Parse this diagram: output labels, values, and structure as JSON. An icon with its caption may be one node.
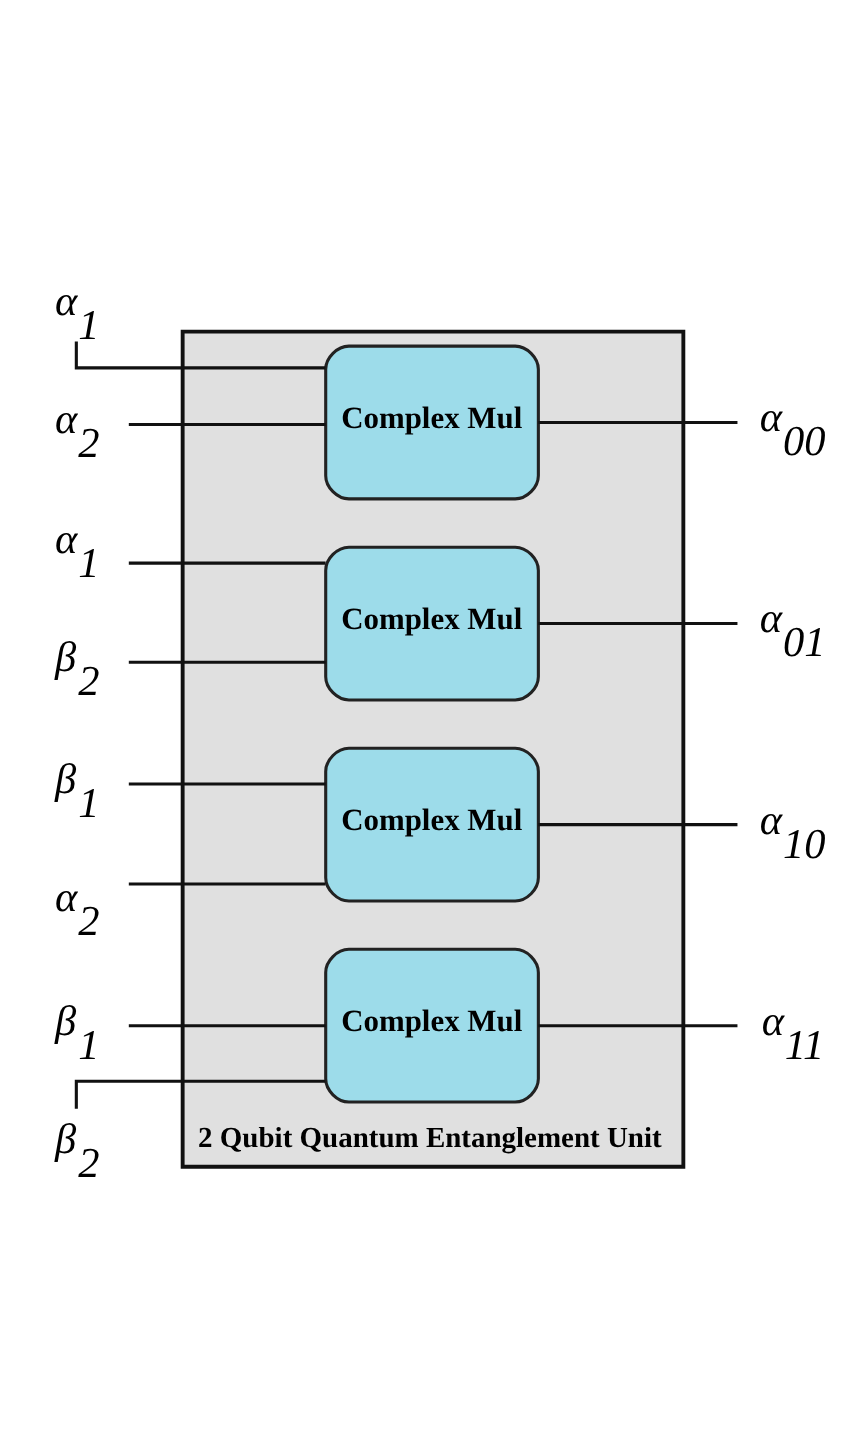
{
  "diagram": {
    "nodes": [
      {
        "text": [
          "2 Qubit Quantum Entanglement Unit"
        ]
      },
      {
        "text": [
          "α$_{1}$"
        ]
      },
      {
        "text": [
          "α$_{2}$"
        ]
      },
      {
        "text": [
          "Complex Mul"
        ],
        "in": 0
      },
      {
        "text": [
          "α$_{1}$"
        ]
      },
      {
        "text": [
          "β$_{2}$"
        ]
      },
      {
        "text": [
          "Complex Mul"
        ],
        "in": 0
      },
      {
        "text": [
          "α$_{00}$"
        ]
      },
      {
        "text": [
          "α$_{01}$"
        ]
      },
      {
        "text": [
          "β$_{1}$"
        ]
      },
      {
        "text": [
          "α$_{2}$"
        ]
      },
      {
        "text": [
          "Complex Mul"
        ],
        "in": 0
      },
      {
        "text": [
          "α$_{10}$"
        ]
      },
      {
        "text": [
          "α$_{11}$"
        ]
      },
      {
        "text": [
          "β$_{1}$"
        ]
      },
      {
        "text": [
          "β$_{2}$"
        ]
      },
      {
        "text": [
          "Complex Mul"
        ],
        "in": 0
      }
    ],
    "edges": [
      {
        "from": 1,
        "to": 3,
        "arrow": "none"
      },
      {
        "from": 2,
        "to": 3,
        "arrow": "none"
      },
      {
        "from": 4,
        "to": 6,
        "arrow": "none"
      },
      {
        "from": 5,
        "to": 6,
        "arrow": "none"
      },
      {
        "from": 9,
        "to": 11,
        "arrow": "none"
      },
      {
        "from": 10,
        "to": 11,
        "arrow": "none"
      },
      {
        "from": 14,
        "to": 16,
        "arrow": "none"
      },
      {
        "from": 15,
        "to": 16,
        "arrow": "none"
      },
      {
        "from": 3,
        "to": 7,
        "arrow": "none"
      },
      {
        "from": 6,
        "to": 8,
        "arrow": "none"
      },
      {
        "from": 11,
        "to": 12,
        "arrow": "none"
      },
      {
        "from": 16,
        "to": 13,
        "arrow": "none"
      }
    ]
  }
}
